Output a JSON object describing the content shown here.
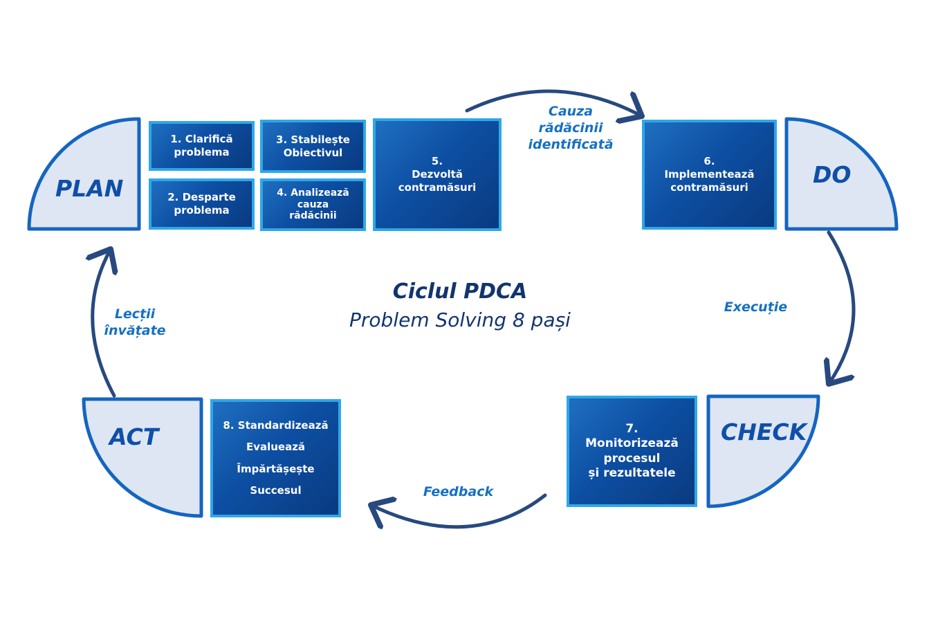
{
  "title": "Ciclul PDCA",
  "subtitle": "Problem Solving 8 pași",
  "phases": {
    "plan": "PLAN",
    "do": "DO",
    "check": "CHECK",
    "act": "ACT"
  },
  "steps": {
    "s1": [
      "1. Clarifică",
      "problema"
    ],
    "s2": [
      "2. Desparte",
      "problema"
    ],
    "s3": [
      "3. Stabilește",
      "Obiectivul"
    ],
    "s4": [
      "4. Analizează",
      "cauza",
      "rădăcinii"
    ],
    "s5": [
      "5.",
      "Dezvoltă",
      "contramăsuri"
    ],
    "s6": [
      "6.",
      "Implementează",
      "contramăsuri"
    ],
    "s7": [
      "7.",
      "Monitorizează",
      "procesul",
      "și rezultatele"
    ],
    "s8": [
      "8. Standardizează",
      "Evaluează",
      "Împărtășește",
      "Succesul"
    ]
  },
  "arrows": {
    "plan_to_do": [
      "Cauza",
      "rădăcinii",
      "identificată"
    ],
    "do_to_check": [
      "Execuție"
    ],
    "check_to_act": [
      "Feedback"
    ],
    "act_to_plan": [
      "Lecții",
      "învățate"
    ]
  },
  "colors": {
    "quadrant_fill": "#dde6f2",
    "quadrant_border": "#1565c0",
    "arrow": "#27497f",
    "step_border": "#2fa7e8"
  }
}
